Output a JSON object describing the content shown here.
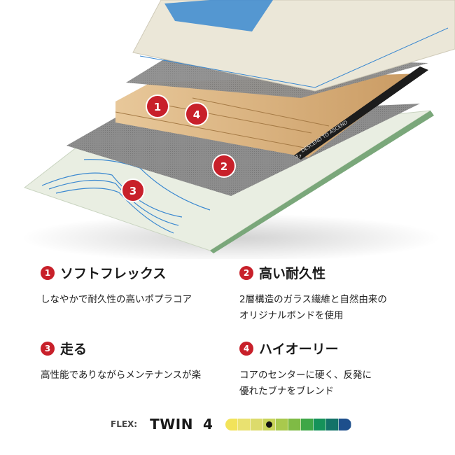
{
  "illustration": {
    "board_text": "DESCEND TO ASCEND",
    "board_number": "57",
    "badges": [
      "1",
      "4",
      "2",
      "3"
    ]
  },
  "features": [
    {
      "num": "1",
      "title": "ソフトフレックス",
      "lines": [
        "しなやかで耐久性の高いポプラコア"
      ]
    },
    {
      "num": "2",
      "title": "高い耐久性",
      "lines": [
        "2層構造のガラス繊維と自然由来の",
        "オリジナルボンドを使用"
      ]
    },
    {
      "num": "3",
      "title": "走る",
      "lines": [
        "高性能でありながらメンテナンスが楽"
      ]
    },
    {
      "num": "4",
      "title": "ハイオーリー",
      "lines": [
        "コアのセンターに硬く、反発に",
        "優れたブナをブレンド"
      ]
    }
  ],
  "flex": {
    "label": "FLEX:",
    "type": "TWIN",
    "value": "4",
    "scale_max": 10,
    "position": 4,
    "colors": [
      "#f2e35a",
      "#e9e170",
      "#dcdb6c",
      "#c8d45a",
      "#a9c94d",
      "#7fbb45",
      "#3ea747",
      "#15925a",
      "#137268",
      "#1d4f8c"
    ]
  }
}
